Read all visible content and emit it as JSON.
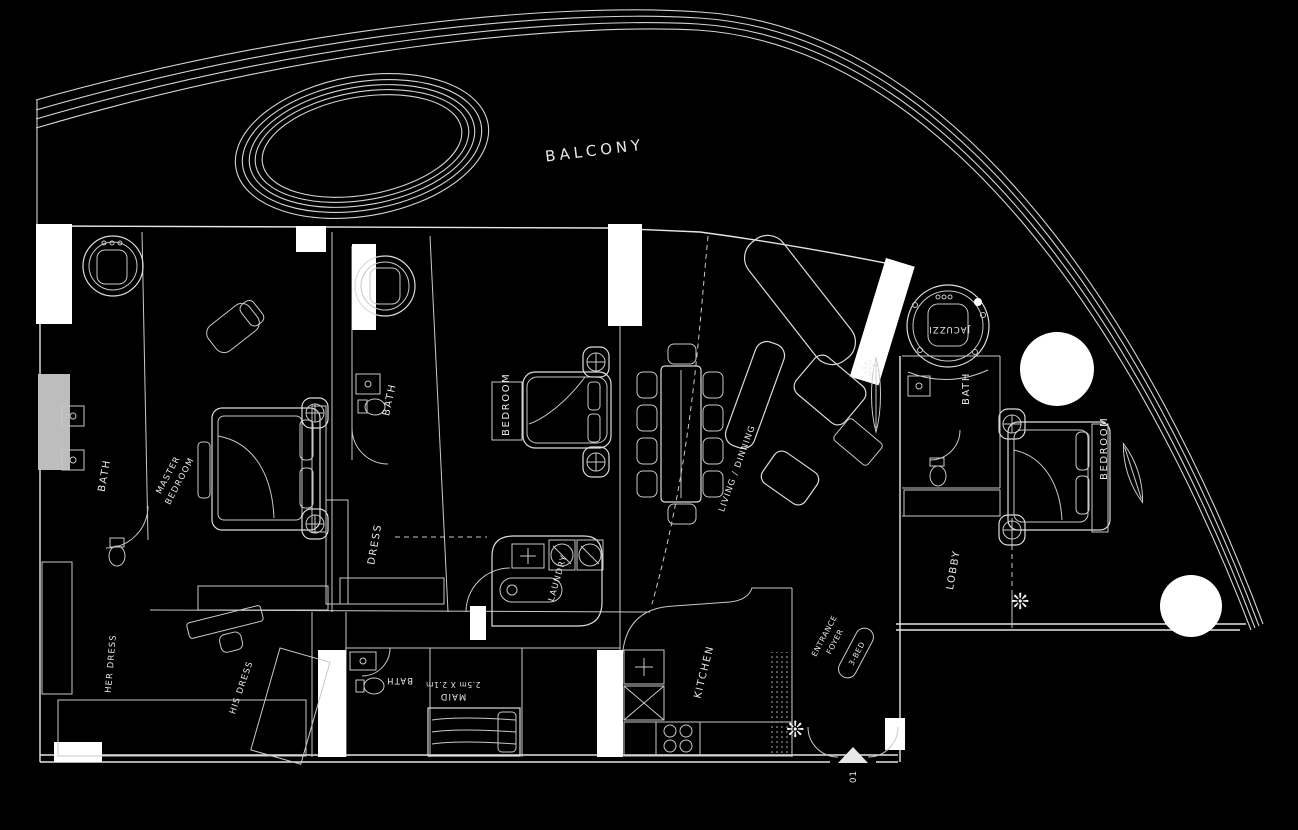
{
  "colors": {
    "background": "#000000",
    "line": "#d9d9d9",
    "bright": "#ffffff"
  },
  "icons": {
    "plant": "❊"
  },
  "rooms": {
    "balcony": "BALCONY",
    "master_bath": "BATH",
    "master_bedroom_1": "MASTER",
    "master_bedroom_2": "BEDROOM",
    "guest_bath": "BATH",
    "bedroom_center": "BEDROOM",
    "dress": "DRESS",
    "laundry": "LAUNDRY",
    "living_dining": "LIVING / DINNING",
    "jacuzzi": "JACUZZI",
    "bath_right": "BATH",
    "bedroom_right": "BEDROOM",
    "lobby": "LOBBY",
    "entrance_1": "ENTRANCE",
    "entrance_2": "FOYER",
    "unit_type": "3-BED",
    "kitchen": "KITCHEN",
    "her_dress": "HER DRESS",
    "his_dress": "HIS DRESS",
    "maid_bath": "BATH",
    "maid_room": "MAID",
    "maid_dim": "2.5m X 2.1m",
    "sheet_no": "01"
  }
}
